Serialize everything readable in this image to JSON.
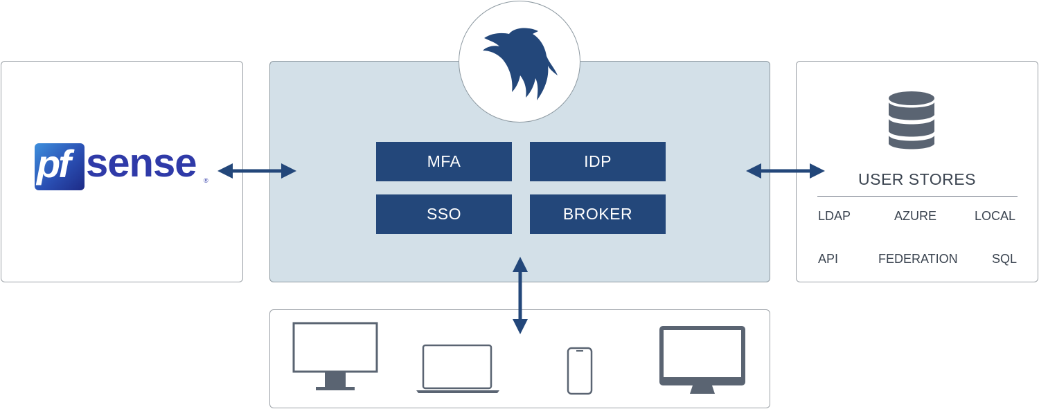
{
  "center": {
    "tiles": [
      "MFA",
      "IDP",
      "SSO",
      "BROKER"
    ]
  },
  "left": {
    "logo_pf": "pf",
    "logo_sense": "sense",
    "logo_reg": "®"
  },
  "right": {
    "icon": "database-icon",
    "title": "USER STORES",
    "stores": [
      "LDAP",
      "AZURE",
      "LOCAL",
      "API",
      "FEDERATION",
      "SQL"
    ]
  },
  "devices": [
    "desktop-monitor-icon",
    "laptop-icon",
    "smartphone-icon",
    "imac-icon"
  ],
  "colors": {
    "tile": "#23477a",
    "arrow": "#23477a",
    "center_bg": "#d3e0e8",
    "device": "#5a6472",
    "brand_blue": "#2f3aa8"
  }
}
